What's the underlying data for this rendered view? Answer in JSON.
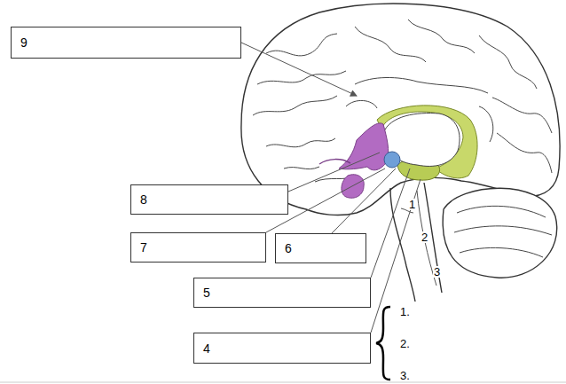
{
  "diagram": {
    "nodes": [
      {
        "text": [
          "9"
        ]
      },
      {
        "text": [
          "8"
        ]
      },
      {
        "text": [
          "7"
        ]
      },
      {
        "text": [
          "6"
        ]
      },
      {
        "text": [
          "5"
        ]
      },
      {
        "text": [
          "4"
        ]
      }
    ],
    "labels": [
      "1",
      "2",
      "3",
      "1.",
      "2.",
      "3."
    ]
  }
}
